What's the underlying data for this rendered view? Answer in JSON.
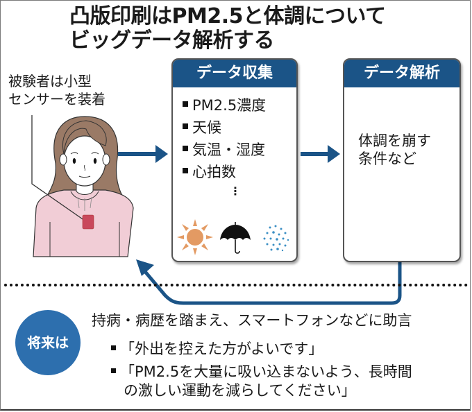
{
  "title": {
    "line1": "凸版印刷はPM2.5と体調について",
    "line2": "ビッグデータ解析する"
  },
  "subject": {
    "label_line1": "被験者は小型",
    "label_line2": "センサーを装着",
    "icon": "woman-with-sensor-illustration"
  },
  "colors": {
    "header_blue": "#1b5487",
    "arrow_blue": "#1b5487",
    "circle_blue": "#2d6fae",
    "sensor_red": "#c9485b",
    "shirt_pink": "#f1cdd6",
    "hair_brown": "#9a7a66",
    "sun_orange": "#e39a63",
    "dust_blue": "#3b8fc4"
  },
  "collection": {
    "header": "データ収集",
    "items": [
      "PM2.5濃度",
      "天候",
      "気温・湿度",
      "心拍数"
    ],
    "more": "⋮",
    "icons": [
      "sun-icon",
      "umbrella-icon",
      "particles-icon"
    ]
  },
  "analysis": {
    "header": "データ解析",
    "text_line1": "体調を崩す",
    "text_line2": "条件など"
  },
  "future": {
    "badge": "将来は",
    "advice": "持病・病歴を踏まえ、スマートフォンなどに助言",
    "examples": [
      {
        "line1": "「外出を控えた方がよいです」"
      },
      {
        "line1": "「PM2.5を大量に吸い込まないよう、長時間",
        "line2": "の激しい運動を減らしてください」"
      }
    ]
  }
}
